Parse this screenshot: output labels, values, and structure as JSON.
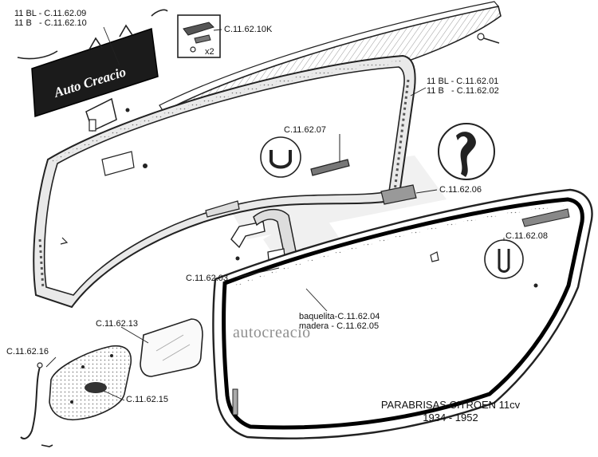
{
  "labels": {
    "hinge_bl": "11 BL - C.11.62.09",
    "hinge_b": "11 B   - C.11.62.10",
    "clip_kit": "C.11.62.10K",
    "clip_qty": "x2",
    "frame_bl": "11 BL - C.11.62.01",
    "frame_b": "11 B   - C.11.62.02",
    "strip_07": "C.11.62.07",
    "seal_06": "C.11.62.06",
    "seal_08": "C.11.62.08",
    "bracket_03": "C.11.62.03",
    "knob_bakelite": "baquelita-C.11.62.04",
    "knob_wood": "madera - C.11.62.05",
    "glass_13": "C.11.62.13",
    "rod_16": "C.11.62.16",
    "plate_15": "C.11.62.15"
  },
  "plate_logo": "Auto Creacio",
  "watermark": "autocreacio",
  "title": {
    "line1": "PARABRISAS CITROEN 11cv",
    "line2": "1934 - 1952"
  }
}
